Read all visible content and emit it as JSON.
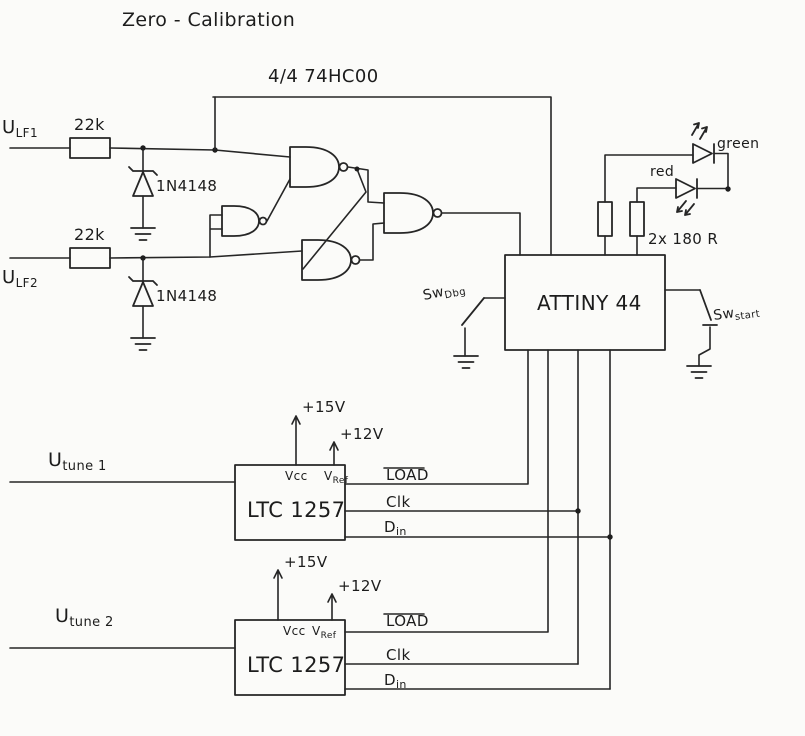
{
  "page": {
    "title": "Zero - Calibration"
  },
  "logic": {
    "ic_label": "4/4 74HC00",
    "input1": {
      "base": "U",
      "sub": "LF1",
      "resistor": "22k",
      "diode": "1N4148"
    },
    "input2": {
      "base": "U",
      "sub": "LF2",
      "resistor": "22k",
      "diode": "1N4148"
    }
  },
  "mcu": {
    "label": "ATTINY 44",
    "sw_dbg_base": "Sw",
    "sw_dbg_sub": "Dbg",
    "sw_start_base": "Sw",
    "sw_start_sub": "start"
  },
  "leds": {
    "green": "green",
    "red": "red",
    "resistors": "2x 180 R"
  },
  "dac1": {
    "chip": "LTC 1257",
    "pin_vcc": "Vcc",
    "pin_vref_base": "V",
    "pin_vref_sub": "Ref",
    "supply_15": "+15V",
    "supply_12": "+12V",
    "pin_load": "LOAD",
    "pin_clk": "Clk",
    "pin_din_base": "D",
    "pin_din_sub": "in",
    "input_base": "U",
    "input_sub": "tune 1"
  },
  "dac2": {
    "chip": "LTC 1257",
    "pin_vcc": "Vcc",
    "pin_vref_base": "V",
    "pin_vref_sub": "Ref",
    "supply_15": "+15V",
    "supply_12": "+12V",
    "pin_load": "LOAD",
    "pin_clk": "Clk",
    "pin_din_base": "D",
    "pin_din_sub": "in",
    "input_base": "U",
    "input_sub": "tune 2"
  }
}
